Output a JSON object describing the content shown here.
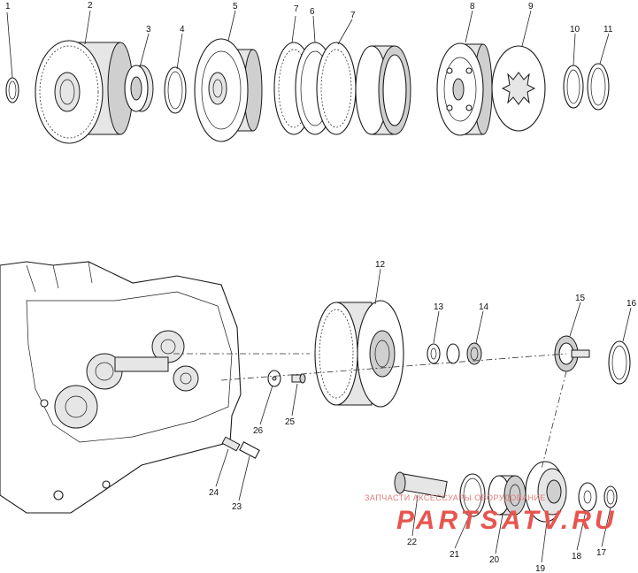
{
  "diagram": {
    "callouts": [
      "1",
      "2",
      "3",
      "4",
      "5",
      "7",
      "6",
      "7",
      "8",
      "9",
      "10",
      "11",
      "12",
      "13",
      "14",
      "15",
      "16",
      "17",
      "18",
      "19",
      "20",
      "21",
      "22",
      "23",
      "24",
      "25",
      "26"
    ],
    "watermark": {
      "small_text": "ЗАПЧАСТИ АКСЕССУАРЫ ОБОРУДОВАНИЕ",
      "brand_text": "PARTSATV.RU"
    },
    "colors": {
      "line": "#1a1a1a",
      "watermark": "#e8554f"
    }
  }
}
